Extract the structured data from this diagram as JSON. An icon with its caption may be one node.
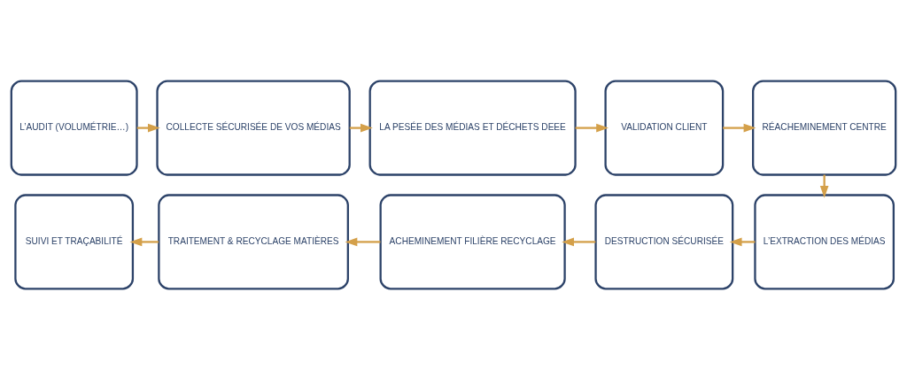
{
  "diagram": {
    "nodes": [
      {
        "text": [
          "L’AUDIT (VOLUMÉTRIE…)"
        ]
      },
      {
        "text": [
          "COLLECTE SÉCURISÉE DE VOS MÉDIAS"
        ]
      },
      {
        "text": [
          "LA PESÉE DES MÉDIAS ET DÉCHETS DEEE"
        ]
      },
      {
        "text": [
          "VALIDATION CLIENT"
        ]
      },
      {
        "text": [
          "RÉACHEMINEMENT CENTRE"
        ]
      },
      {
        "text": [
          "L’EXTRACTION DES MÉDIAS"
        ]
      },
      {
        "text": [
          "DESTRUCTION SÉCURISÉE"
        ]
      },
      {
        "text": [
          "ACHEMINEMENT FILIÈRE RECYCLAGE"
        ]
      },
      {
        "text": [
          "TRAITEMENT & RECYCLAGE MATIÈRES"
        ]
      },
      {
        "text": [
          "SUIVI ET TRAÇABILITÉ"
        ]
      }
    ],
    "edges": [
      {
        "from": 0,
        "to": 1,
        "arrow": "to"
      },
      {
        "from": 1,
        "to": 2,
        "arrow": "to"
      },
      {
        "from": 2,
        "to": 3,
        "arrow": "to"
      },
      {
        "from": 3,
        "to": 4,
        "arrow": "to"
      },
      {
        "from": 4,
        "to": 5,
        "arrow": "to"
      },
      {
        "from": 5,
        "to": 6,
        "arrow": "to"
      },
      {
        "from": 6,
        "to": 7,
        "arrow": "to"
      },
      {
        "from": 7,
        "to": 8,
        "arrow": "to"
      },
      {
        "from": 8,
        "to": 9,
        "arrow": "to"
      }
    ]
  }
}
